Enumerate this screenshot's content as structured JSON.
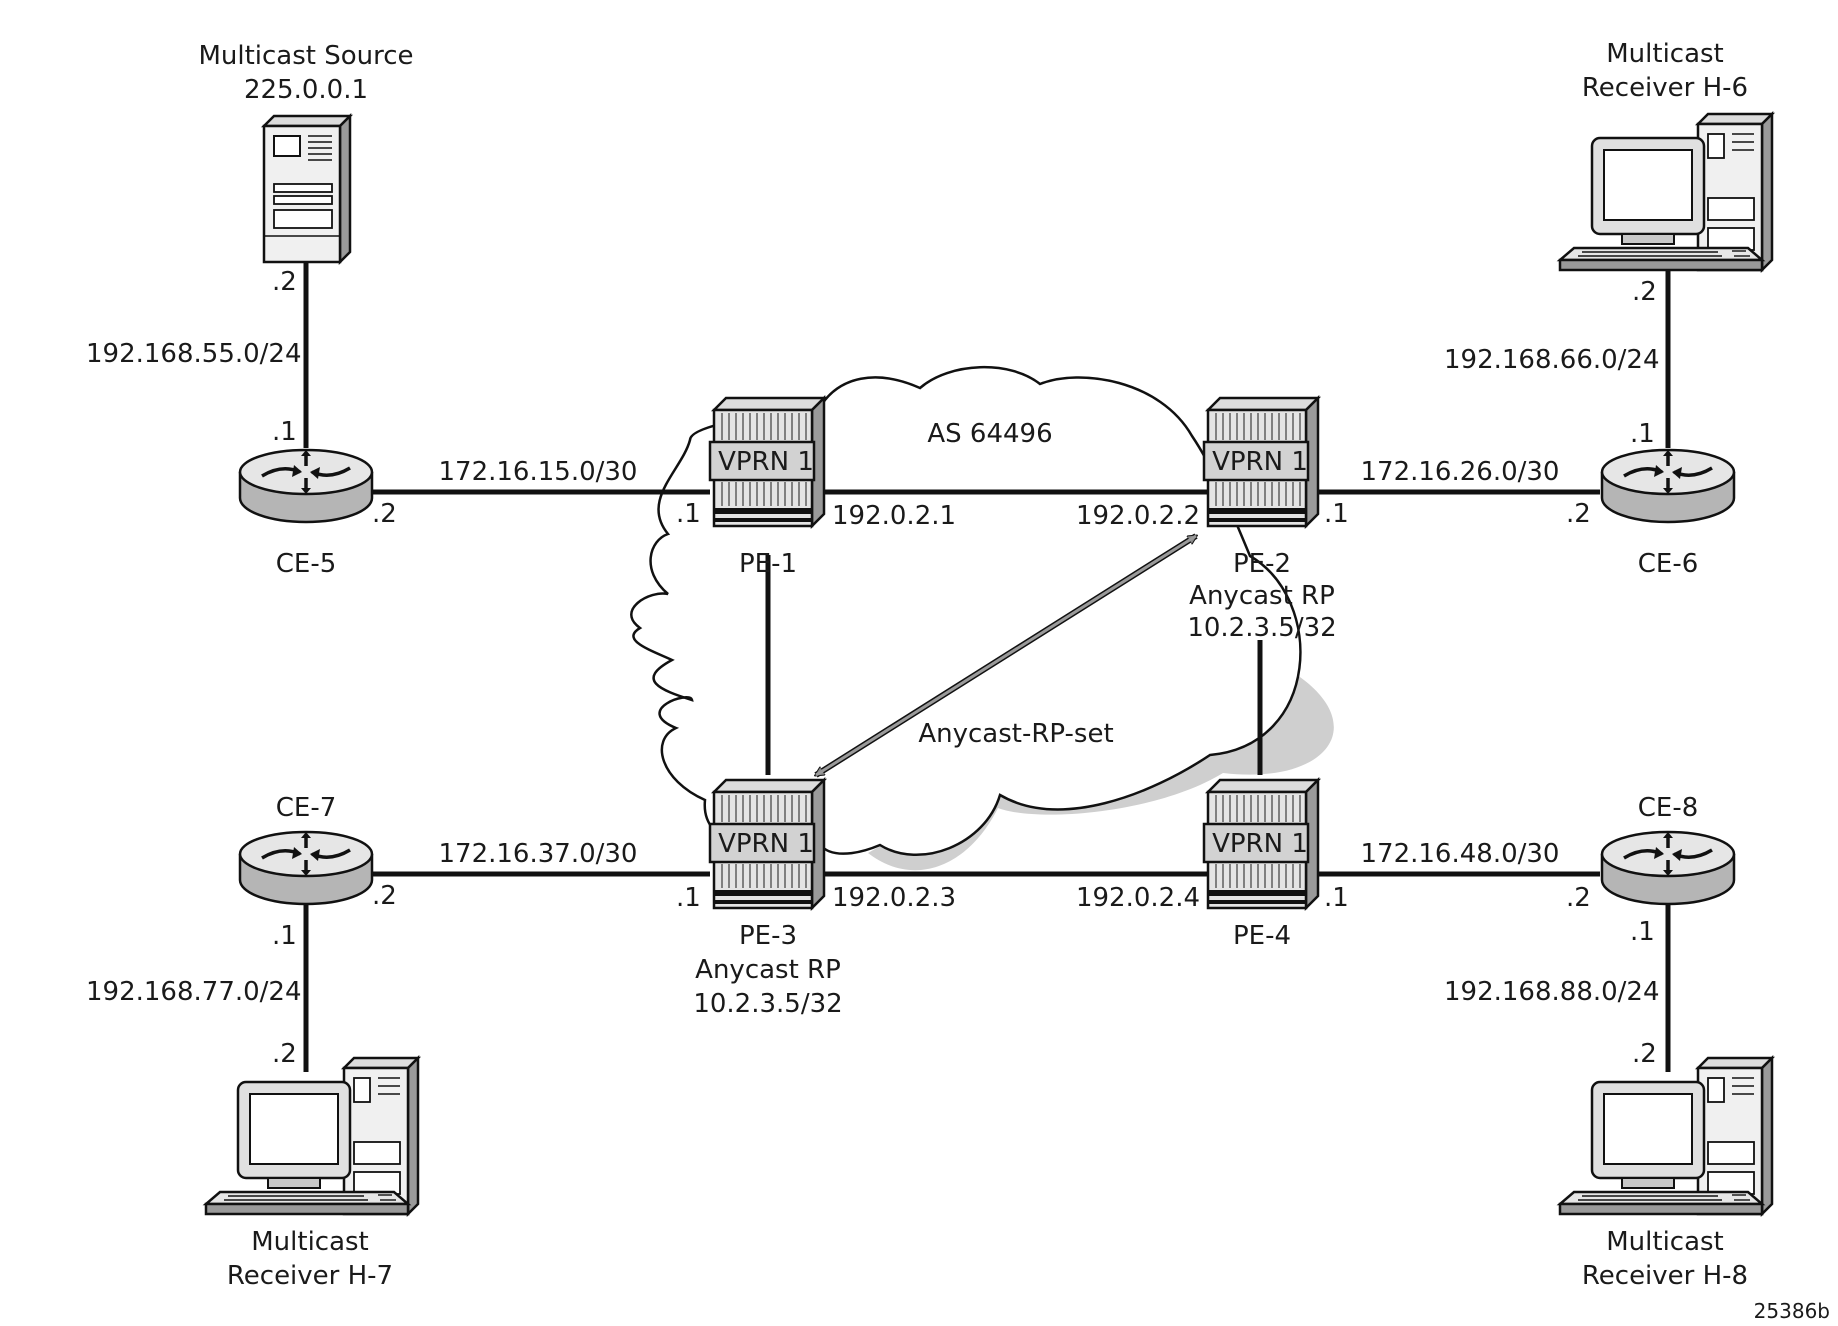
{
  "labels": {
    "source_title": "Multicast Source",
    "source_group": "225.0.0.1",
    "h6_line1": "Multicast",
    "h6_line2": "Receiver H-6",
    "h7_line1": "Multicast",
    "h7_line2": "Receiver H-7",
    "h8_line1": "Multicast",
    "h8_line2": "Receiver H-8",
    "ce5": "CE-5",
    "ce6": "CE-6",
    "ce7": "CE-7",
    "ce8": "CE-8",
    "pe1": "PE-1",
    "pe2": "PE-2",
    "pe3": "PE-3",
    "pe4": "PE-4",
    "vprn": "VPRN 1",
    "anycast_rp": "Anycast RP",
    "anycast_addr": "10.2.3.5/32",
    "as": "AS 64496",
    "anycast_set": "Anycast-RP-set",
    "figure_id": "25386b"
  },
  "subnets": {
    "src_lan": "192.168.55.0/24",
    "h6_lan": "192.168.66.0/24",
    "h7_lan": "192.168.77.0/24",
    "h8_lan": "192.168.88.0/24",
    "ce5_pe1": "172.16.15.0/30",
    "ce6_pe2": "172.16.26.0/30",
    "ce7_pe3": "172.16.37.0/30",
    "ce8_pe4": "172.16.48.0/30"
  },
  "system_ips": {
    "pe1": "192.0.2.1",
    "pe2": "192.0.2.2",
    "pe3": "192.0.2.3",
    "pe4": "192.0.2.4"
  },
  "host_octets": {
    "one": ".1",
    "two": ".2"
  }
}
